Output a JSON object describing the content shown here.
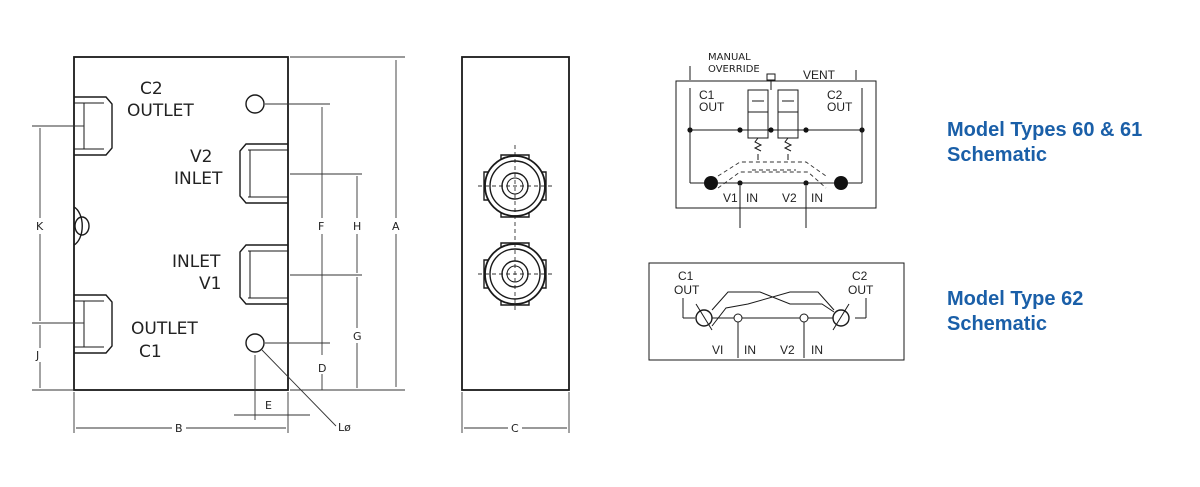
{
  "front_view": {
    "c2_outlet": [
      "C2",
      "OUTLET"
    ],
    "v2_inlet": [
      "V2",
      "INLET"
    ],
    "inlet_v1": [
      "INLET",
      "V1"
    ],
    "outlet_c1": [
      "OUTLET",
      "C1"
    ],
    "dims": {
      "A": "A",
      "B": "B",
      "D": "D",
      "E": "E",
      "F": "F",
      "G": "G",
      "H": "H",
      "J": "J",
      "K": "K",
      "L": "Lø"
    }
  },
  "side_view": {
    "dim_c": "C"
  },
  "schematic_60_61": {
    "manual_override": [
      "MANUAL",
      "OVERRIDE"
    ],
    "vent": "VENT",
    "c1_out": [
      "C1",
      "OUT"
    ],
    "c2_out": [
      "C2",
      "OUT"
    ],
    "v1": "V1",
    "in1": "IN",
    "v2": "V2",
    "in2": "IN",
    "heading": [
      "Model Types 60 & 61",
      "Schematic"
    ]
  },
  "schematic_62": {
    "c1_out": [
      "C1",
      "OUT"
    ],
    "c2_out": [
      "C2",
      "OUT"
    ],
    "v1": "VI",
    "in1": "IN",
    "v2": "V2",
    "in2": "IN",
    "heading": [
      "Model Type 62",
      "Schematic"
    ]
  },
  "colors": {
    "heading": "#1a5fa8",
    "line": "#1a1a1a"
  }
}
